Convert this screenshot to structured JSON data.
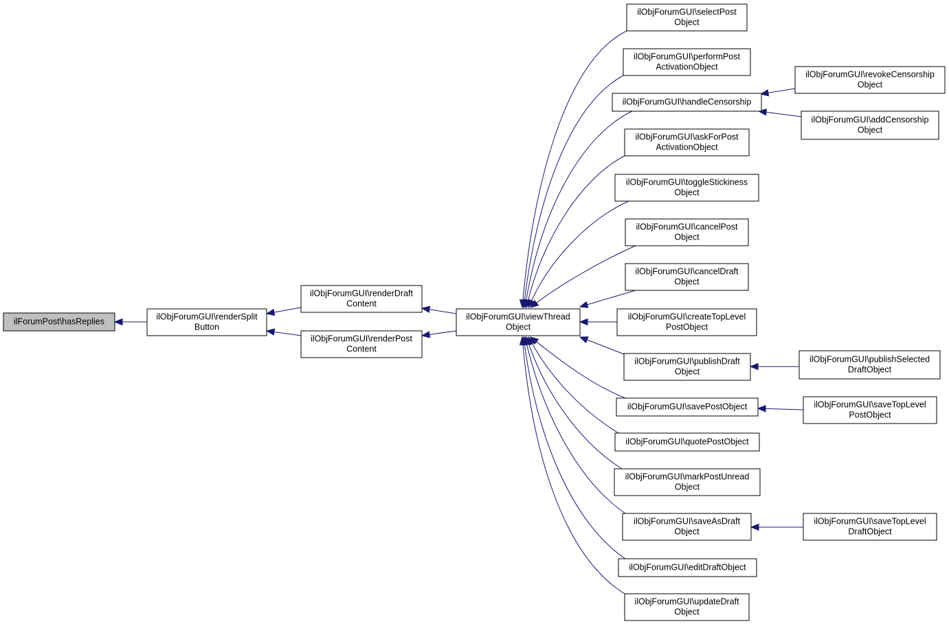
{
  "graph": {
    "type": "caller-graph",
    "colors": {
      "edge": "#191970",
      "root_fill": "#bfbfbf",
      "node_fill": "#ffffff",
      "border": "#000000"
    },
    "nodes": [
      {
        "id": "hasReplies",
        "lines": [
          "ilForumPost\\hasReplies"
        ],
        "root": true
      },
      {
        "id": "renderSplitButton",
        "lines": [
          "ilObjForumGUI\\renderSplit",
          "Button"
        ]
      },
      {
        "id": "renderDraftContent",
        "lines": [
          "ilObjForumGUI\\renderDraft",
          "Content"
        ]
      },
      {
        "id": "renderPostContent",
        "lines": [
          "ilObjForumGUI\\renderPost",
          "Content"
        ]
      },
      {
        "id": "viewThreadObject",
        "lines": [
          "ilObjForumGUI\\viewThread",
          "Object"
        ]
      },
      {
        "id": "selectPostObject",
        "lines": [
          "ilObjForumGUI\\selectPost",
          "Object"
        ]
      },
      {
        "id": "performPostActivationObject",
        "lines": [
          "ilObjForumGUI\\performPost",
          "ActivationObject"
        ]
      },
      {
        "id": "handleCensorship",
        "lines": [
          "ilObjForumGUI\\handleCensorship"
        ]
      },
      {
        "id": "askForPostActivationObject",
        "lines": [
          "ilObjForumGUI\\askForPost",
          "ActivationObject"
        ]
      },
      {
        "id": "toggleStickinessObject",
        "lines": [
          "ilObjForumGUI\\toggleStickiness",
          "Object"
        ]
      },
      {
        "id": "cancelPostObject",
        "lines": [
          "ilObjForumGUI\\cancelPost",
          "Object"
        ]
      },
      {
        "id": "cancelDraftObject",
        "lines": [
          "ilObjForumGUI\\cancelDraft",
          "Object"
        ]
      },
      {
        "id": "createTopLevelPostObject",
        "lines": [
          "ilObjForumGUI\\createTopLevel",
          "PostObject"
        ]
      },
      {
        "id": "publishDraftObject",
        "lines": [
          "ilObjForumGUI\\publishDraft",
          "Object"
        ]
      },
      {
        "id": "savePostObject",
        "lines": [
          "ilObjForumGUI\\savePostObject"
        ]
      },
      {
        "id": "quotePostObject",
        "lines": [
          "ilObjForumGUI\\quotePostObject"
        ]
      },
      {
        "id": "markPostUnreadObject",
        "lines": [
          "ilObjForumGUI\\markPostUnread",
          "Object"
        ]
      },
      {
        "id": "saveAsDraftObject",
        "lines": [
          "ilObjForumGUI\\saveAsDraft",
          "Object"
        ]
      },
      {
        "id": "editDraftObject",
        "lines": [
          "ilObjForumGUI\\editDraftObject"
        ]
      },
      {
        "id": "updateDraftObject",
        "lines": [
          "ilObjForumGUI\\updateDraft",
          "Object"
        ]
      },
      {
        "id": "revokeCensorshipObject",
        "lines": [
          "ilObjForumGUI\\revokeCensorship",
          "Object"
        ]
      },
      {
        "id": "addCensorshipObject",
        "lines": [
          "ilObjForumGUI\\addCensorship",
          "Object"
        ]
      },
      {
        "id": "publishSelectedDraftObject",
        "lines": [
          "ilObjForumGUI\\publishSelected",
          "DraftObject"
        ]
      },
      {
        "id": "saveTopLevelPostObject",
        "lines": [
          "ilObjForumGUI\\saveTopLevel",
          "PostObject"
        ]
      },
      {
        "id": "saveTopLevelDraftObject",
        "lines": [
          "ilObjForumGUI\\saveTopLevel",
          "DraftObject"
        ]
      }
    ],
    "edges": [
      {
        "from": "renderSplitButton",
        "to": "hasReplies"
      },
      {
        "from": "renderDraftContent",
        "to": "renderSplitButton"
      },
      {
        "from": "renderPostContent",
        "to": "renderSplitButton"
      },
      {
        "from": "viewThreadObject",
        "to": "renderDraftContent"
      },
      {
        "from": "viewThreadObject",
        "to": "renderPostContent"
      },
      {
        "from": "selectPostObject",
        "to": "viewThreadObject"
      },
      {
        "from": "performPostActivationObject",
        "to": "viewThreadObject"
      },
      {
        "from": "handleCensorship",
        "to": "viewThreadObject"
      },
      {
        "from": "askForPostActivationObject",
        "to": "viewThreadObject"
      },
      {
        "from": "toggleStickinessObject",
        "to": "viewThreadObject"
      },
      {
        "from": "cancelPostObject",
        "to": "viewThreadObject"
      },
      {
        "from": "cancelDraftObject",
        "to": "viewThreadObject"
      },
      {
        "from": "createTopLevelPostObject",
        "to": "viewThreadObject"
      },
      {
        "from": "publishDraftObject",
        "to": "viewThreadObject"
      },
      {
        "from": "savePostObject",
        "to": "viewThreadObject"
      },
      {
        "from": "quotePostObject",
        "to": "viewThreadObject"
      },
      {
        "from": "markPostUnreadObject",
        "to": "viewThreadObject"
      },
      {
        "from": "saveAsDraftObject",
        "to": "viewThreadObject"
      },
      {
        "from": "editDraftObject",
        "to": "viewThreadObject"
      },
      {
        "from": "updateDraftObject",
        "to": "viewThreadObject"
      },
      {
        "from": "revokeCensorshipObject",
        "to": "handleCensorship"
      },
      {
        "from": "addCensorshipObject",
        "to": "handleCensorship"
      },
      {
        "from": "publishSelectedDraftObject",
        "to": "publishDraftObject"
      },
      {
        "from": "saveTopLevelPostObject",
        "to": "savePostObject"
      },
      {
        "from": "saveTopLevelDraftObject",
        "to": "saveAsDraftObject"
      }
    ]
  }
}
